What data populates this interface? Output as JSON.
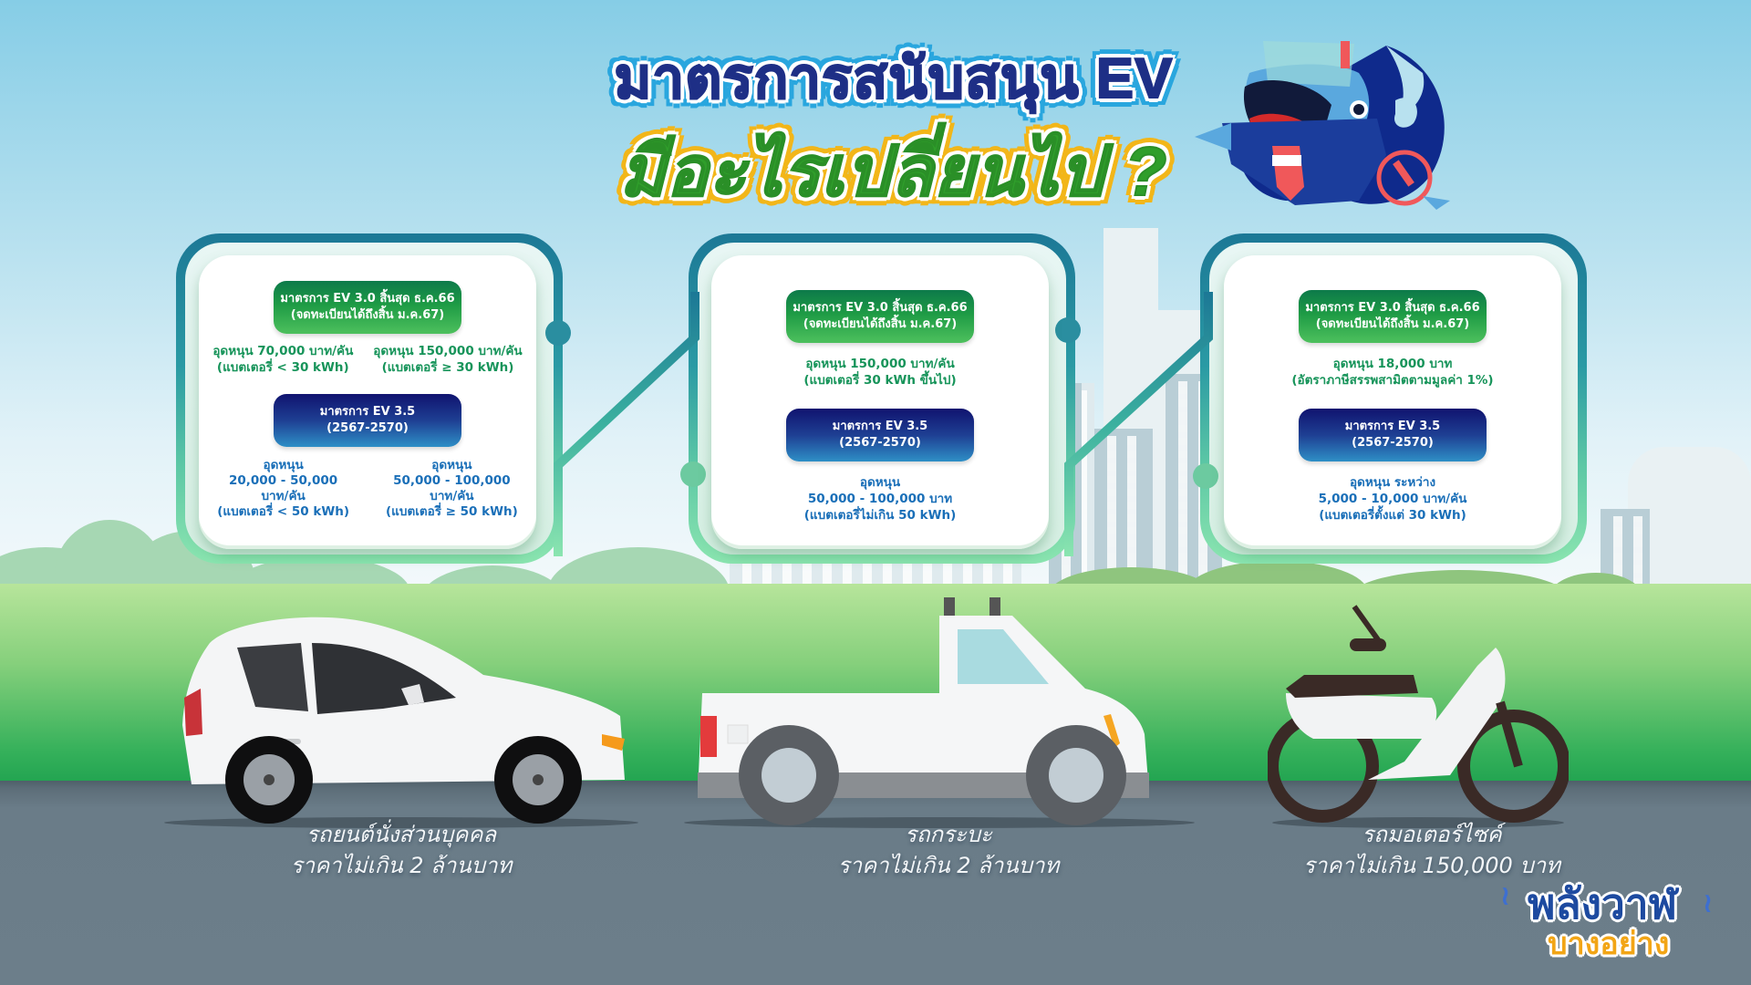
{
  "title": {
    "line1": "มาตรการสนับสนุน EV",
    "line2": "มีอะไรเปลี่ยนไป ?"
  },
  "colors": {
    "title_line1": "#1e2f86",
    "title_line1_outline": "#29a6de",
    "title_line2": "#2f9e2b",
    "title_line2_outline": "#f2b619",
    "ev30_pill": "#1e9b45",
    "ev35_pill": "#1e3f93",
    "ev30_text": "#17945a",
    "ev35_text": "#1a6fb8",
    "road": "#6c7e8a",
    "field": "#34b05a"
  },
  "cards": [
    {
      "vehicle": "car",
      "ev30": {
        "label_line1": "มาตรการ EV 3.0 สิ้นสุด ธ.ค.66",
        "label_line2": "(จดทะเบียนได้ถึงสิ้น ม.ค.67)",
        "items": [
          {
            "line1": "อุดหนุน 70,000 บาท/คัน",
            "line2": "(แบตเตอรี่ < 30 kWh)"
          },
          {
            "line1": "อุดหนุน 150,000 บาท/คัน",
            "line2": "(แบตเตอรี่ ≥ 30 kWh)"
          }
        ]
      },
      "ev35": {
        "label_line1": "มาตรการ EV 3.5",
        "label_line2": "(2567-2570)",
        "items": [
          {
            "line1": "อุดหนุน",
            "line2": "20,000 - 50,000",
            "line3": "บาท/คัน",
            "line4": "(แบตเตอรี่ < 50 kWh)"
          },
          {
            "line1": "อุดหนุน",
            "line2": "50,000 - 100,000",
            "line3": "บาท/คัน",
            "line4": "(แบตเตอรี่ ≥ 50 kWh)"
          }
        ]
      }
    },
    {
      "vehicle": "pickup",
      "ev30": {
        "label_line1": "มาตรการ EV 3.0 สิ้นสุด ธ.ค.66",
        "label_line2": "(จดทะเบียนได้ถึงสิ้น ม.ค.67)",
        "items": [
          {
            "line1": "อุดหนุน 150,000 บาท/คัน",
            "line2": "(แบตเตอรี่ 30 kWh ขึ้นไป)"
          }
        ]
      },
      "ev35": {
        "label_line1": "มาตรการ EV 3.5",
        "label_line2": "(2567-2570)",
        "items": [
          {
            "line1": "อุดหนุน",
            "line2": "50,000 - 100,000 บาท",
            "line3": "(แบตเตอรี่ไม่เกิน 50 kWh)"
          }
        ]
      }
    },
    {
      "vehicle": "motorcycle",
      "ev30": {
        "label_line1": "มาตรการ EV 3.0 สิ้นสุด ธ.ค.66",
        "label_line2": "(จดทะเบียนได้ถึงสิ้น ม.ค.67)",
        "items": [
          {
            "line1": "อุดหนุน 18,000 บาท",
            "line2": "(อัตราภาษีสรรพสามิตตามมูลค่า 1%)"
          }
        ]
      },
      "ev35": {
        "label_line1": "มาตรการ EV 3.5",
        "label_line2": "(2567-2570)",
        "items": [
          {
            "line1": "อุดหนุน ระหว่าง",
            "line2": "5,000 - 10,000 บาท/คัน",
            "line3": "(แบตเตอรี่ตั้งแต่ 30 kWh)"
          }
        ]
      }
    }
  ],
  "vehicles": [
    {
      "name": "รถยนต์นั่งส่วนบุคคล",
      "price": "ราคาไม่เกิน 2 ล้านบาท",
      "icon": "car-icon"
    },
    {
      "name": "รถกระบะ",
      "price": "ราคาไม่เกิน 2 ล้านบาท",
      "icon": "pickup-truck-icon"
    },
    {
      "name": "รถมอเตอร์ไซค์",
      "price": "ราคาไม่เกิน 150,000 บาท",
      "icon": "motorcycle-icon"
    }
  ],
  "logo": {
    "line1": "พลังวาฬ",
    "line2": "บางอย่าง"
  },
  "mascot": "whale-mascot-icon"
}
